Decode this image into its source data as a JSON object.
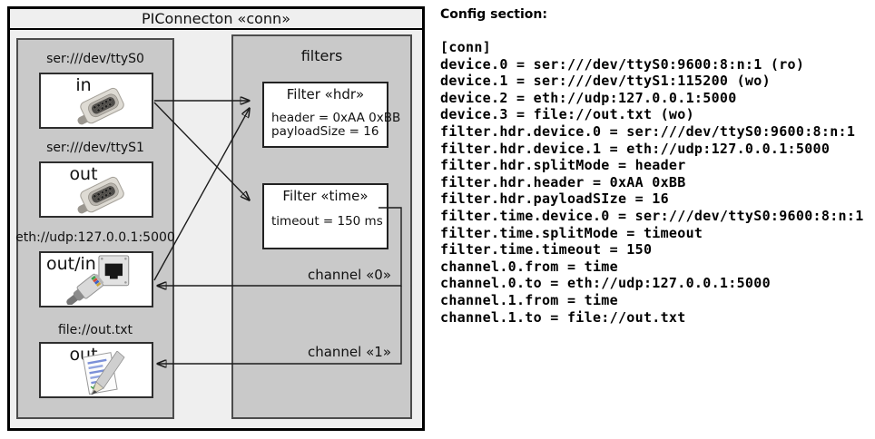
{
  "diagram": {
    "title": "PIConnecton «conn»",
    "devices_panel": {
      "devices": [
        {
          "label": "ser:///dev/ttyS0",
          "direction": "in",
          "icon": "serial-connector-icon"
        },
        {
          "label": "ser:///dev/ttyS1",
          "direction": "out",
          "icon": "serial-connector-icon"
        },
        {
          "label": "eth://udp:127.0.0.1:5000",
          "direction": "out/in",
          "icon": "ethernet-connector-icon"
        },
        {
          "label": "file://out.txt",
          "direction": "out",
          "icon": "text-file-icon"
        }
      ]
    },
    "filters_panel": {
      "title": "filters",
      "filters": [
        {
          "title": "Filter «hdr»",
          "properties": [
            "header = 0xAA 0xBB",
            "payloadSize = 16"
          ]
        },
        {
          "title": "Filter «time»",
          "properties": [
            "timeout = 150 ms"
          ]
        }
      ],
      "channels": [
        {
          "label": "channel «0»"
        },
        {
          "label": "channel «1»"
        }
      ]
    },
    "connections": [
      "ser:///dev/ttyS0 -> Filter «hdr»",
      "ser:///dev/ttyS0 -> Filter «time»",
      "eth://udp:127.0.0.1:5000 -> Filter «hdr»",
      "Filter «time» -> eth://udp:127.0.0.1:5000 via channel «0»",
      "Filter «time» -> file://out.txt via channel «1»"
    ]
  },
  "config": {
    "heading": "Config section:",
    "lines": [
      "[conn]",
      "device.0 = ser:///dev/ttyS0:9600:8:n:1 (ro)",
      "device.1 = ser:///dev/ttyS1:115200 (wo)",
      "device.2 = eth://udp:127.0.0.1:5000",
      "device.3 = file://out.txt (wo)",
      "filter.hdr.device.0 = ser:///dev/ttyS0:9600:8:n:1",
      "filter.hdr.device.1 = eth://udp:127.0.0.1:5000",
      "filter.hdr.splitMode = header",
      "filter.hdr.header = 0xAA 0xBB",
      "filter.hdr.payloadSIze = 16",
      "filter.time.device.0 = ser:///dev/ttyS0:9600:8:n:1",
      "filter.time.splitMode = timeout",
      "filter.time.timeout = 150",
      "channel.0.from = time",
      "channel.0.to = eth://udp:127.0.0.1:5000",
      "channel.1.from = time",
      "channel.1.to = file://out.txt"
    ]
  },
  "colors": {
    "outer_background": "#efefef",
    "panel_background": "#c9c9c9",
    "box_background": "#ffffff",
    "line": "#1c1c1c"
  }
}
